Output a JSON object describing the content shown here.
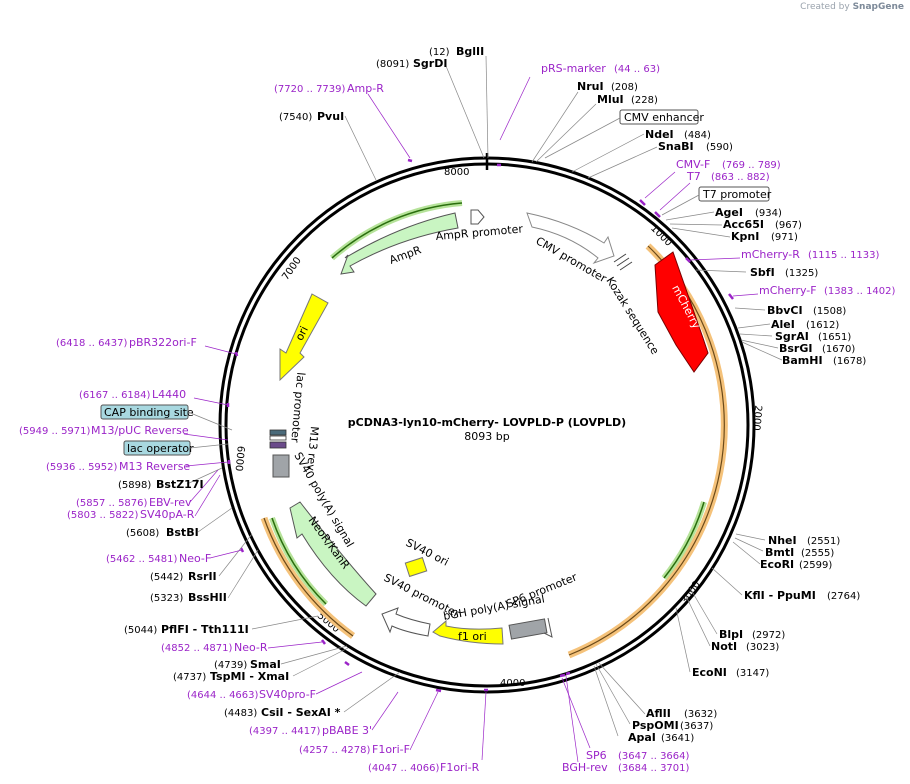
{
  "watermark": {
    "prefix": "Created by",
    "brand": "SnapGene"
  },
  "plasmid": {
    "name": "pCDNA3-lyn10-mCherry- LOVPLD-P (LOVPLD)",
    "size": "8093 bp"
  },
  "ticks": [
    "1000",
    "2000",
    "3000",
    "4000",
    "5000",
    "6000",
    "7000",
    "8000"
  ],
  "features": {
    "mcherry": "mCherry",
    "kozak": "Kozak sequence",
    "cmv_promoter": "CMV promoter",
    "ampr": "AmpR",
    "ampr_promoter": "AmpR promoter",
    "ori": "ori",
    "lac_promoter": "lac promoter",
    "m13_rev": "M13 rev",
    "sv40_polya": "SV40 poly(A) signal",
    "neor": "NeoR/KanR",
    "sv40_ori": "SV40 ori",
    "sv40_promoter": "SV40 promoter",
    "bgh": "bGH poly(A) signal",
    "sp6_promoter": "SP6 promoter",
    "f1_ori": "f1 ori"
  },
  "boxed": {
    "cmv_enhancer": "CMV enhancer",
    "t7_promoter": "T7 promoter",
    "cap": "CAP binding site",
    "lac_operator": "lac operator"
  },
  "sites": [
    {
      "label": "BglII",
      "pos": "(12)",
      "side": "left"
    },
    {
      "label": "SgrDI",
      "pos": "(8091)",
      "side": "left"
    },
    {
      "label": "NruI",
      "pos": "(208)",
      "side": "right"
    },
    {
      "label": "MluI",
      "pos": "(228)",
      "side": "right"
    },
    {
      "label": "NdeI",
      "pos": "(484)",
      "side": "right"
    },
    {
      "label": "SnaBI",
      "pos": "(590)",
      "side": "right"
    },
    {
      "label": "AgeI",
      "pos": "(934)",
      "side": "right"
    },
    {
      "label": "Acc65I",
      "pos": "(967)",
      "side": "right"
    },
    {
      "label": "KpnI",
      "pos": "(971)",
      "side": "right"
    },
    {
      "label": "SbfI",
      "pos": "(1325)",
      "side": "right"
    },
    {
      "label": "BbvCI",
      "pos": "(1508)",
      "side": "right"
    },
    {
      "label": "AleI",
      "pos": "(1612)",
      "side": "right"
    },
    {
      "label": "SgrAI",
      "pos": "(1651)",
      "side": "right"
    },
    {
      "label": "BsrGI",
      "pos": "(1670)",
      "side": "right"
    },
    {
      "label": "BamHI",
      "pos": "(1678)",
      "side": "right"
    },
    {
      "label": "NheI",
      "pos": "(2551)",
      "side": "right"
    },
    {
      "label": "BmtI",
      "pos": "(2555)",
      "side": "right"
    },
    {
      "label": "EcoRI",
      "pos": "(2599)",
      "side": "right"
    },
    {
      "label": "KflI  - PpuMI",
      "pos": "(2764)",
      "side": "right"
    },
    {
      "label": "BlpI",
      "pos": "(2972)",
      "side": "right"
    },
    {
      "label": "NotI",
      "pos": "(3023)",
      "side": "right"
    },
    {
      "label": "EcoNI",
      "pos": "(3147)",
      "side": "right"
    },
    {
      "label": "AflII",
      "pos": "(3632)",
      "side": "right"
    },
    {
      "label": "PspOMI",
      "pos": "(3637)",
      "side": "right"
    },
    {
      "label": "ApaI",
      "pos": "(3641)",
      "side": "right"
    },
    {
      "label": "PvuI",
      "pos": "(7540)",
      "side": "left"
    },
    {
      "label": "BstZ17I",
      "pos": "(5898)",
      "side": "left"
    },
    {
      "label": "BstBI",
      "pos": "(5608)",
      "side": "left"
    },
    {
      "label": "RsrII",
      "pos": "(5442)",
      "side": "left"
    },
    {
      "label": "BssHII",
      "pos": "(5323)",
      "side": "left"
    },
    {
      "label": "PflFI  - Tth111I",
      "pos": "(5044)",
      "side": "left"
    },
    {
      "label": "SmaI",
      "pos": "(4739)",
      "side": "left"
    },
    {
      "label": "TspMI  - XmaI",
      "pos": "(4737)",
      "side": "left"
    },
    {
      "label": "CsiI  - SexAI *",
      "pos": "(4483)",
      "side": "left"
    }
  ],
  "primers": [
    {
      "label": "pRS-marker",
      "pos": "(44 .. 63)",
      "side": "right"
    },
    {
      "label": "Amp-R",
      "pos": "(7720 .. 7739)",
      "side": "left"
    },
    {
      "label": "CMV-F",
      "pos": "(769 .. 789)",
      "side": "right"
    },
    {
      "label": "T7",
      "pos": "(863 .. 882)",
      "side": "right"
    },
    {
      "label": "mCherry-R",
      "pos": "(1115 .. 1133)",
      "side": "right"
    },
    {
      "label": "mCherry-F",
      "pos": "(1383 .. 1402)",
      "side": "right"
    },
    {
      "label": "pBR322ori-F",
      "pos": "(6418 .. 6437)",
      "side": "left"
    },
    {
      "label": "L4440",
      "pos": "(6167 .. 6184)",
      "side": "left"
    },
    {
      "label": "M13/pUC Reverse",
      "pos": "(5949 .. 5971)",
      "side": "left"
    },
    {
      "label": "M13 Reverse",
      "pos": "(5936 .. 5952)",
      "side": "left"
    },
    {
      "label": "EBV-rev",
      "pos": "(5857 .. 5876)",
      "side": "left"
    },
    {
      "label": "SV40pA-R",
      "pos": "(5803 .. 5822)",
      "side": "left"
    },
    {
      "label": "Neo-F",
      "pos": "(5462 .. 5481)",
      "side": "left"
    },
    {
      "label": "Neo-R",
      "pos": "(4852 .. 4871)",
      "side": "left"
    },
    {
      "label": "SV40pro-F",
      "pos": "(4644 .. 4663)",
      "side": "left"
    },
    {
      "label": "pBABE 3'",
      "pos": "(4397 .. 4417)",
      "side": "left"
    },
    {
      "label": "F1ori-F",
      "pos": "(4257 .. 4278)",
      "side": "left"
    },
    {
      "label": "F1ori-R",
      "pos": "(4047 .. 4066)",
      "side": "left"
    },
    {
      "label": "SP6",
      "pos": "(3647 .. 3664)",
      "side": "right"
    },
    {
      "label": "BGH-rev",
      "pos": "(3684 .. 3701)",
      "side": "right"
    }
  ]
}
